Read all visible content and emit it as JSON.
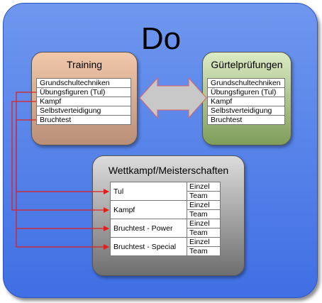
{
  "title": "Do",
  "training": {
    "title": "Training",
    "items": [
      "Grundschultechniken",
      "Übungsfiguren (Tul)",
      "Kampf",
      "Selbstverteidigung",
      "Bruchtest"
    ]
  },
  "guertel": {
    "title": "Gürtelprüfungen",
    "items": [
      "Grundschultechniken",
      "Übungsfiguren (Tul)",
      "Kampf",
      "Selbstverteidigung",
      "Bruchtest"
    ]
  },
  "wettkampf": {
    "title": "Wettkampf/Meisterschaften",
    "rows": [
      {
        "category": "Tul",
        "sub": [
          "Einzel",
          "Team"
        ]
      },
      {
        "category": "Kampf",
        "sub": [
          "Einzel",
          "Team"
        ]
      },
      {
        "category": "Bruchtest - Power",
        "sub": [
          "Einzel",
          "Team"
        ]
      },
      {
        "category": "Bruchtest - Special",
        "sub": [
          "Einzel",
          "Team"
        ]
      }
    ]
  },
  "colors": {
    "arrow": "#e02020",
    "double_arrow_fill": "#c8c8c8",
    "double_arrow_stroke": "#e06060"
  }
}
